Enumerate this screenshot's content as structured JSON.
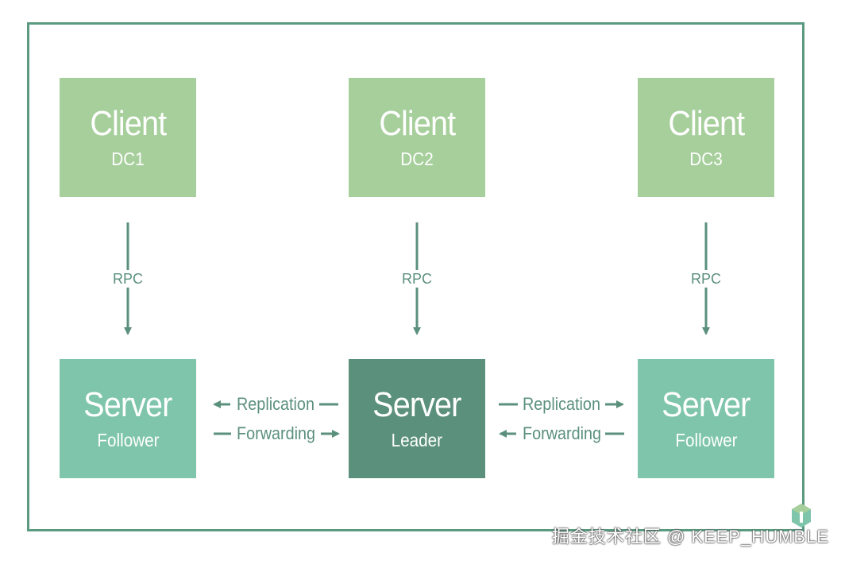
{
  "clients": [
    {
      "title": "Client",
      "subtitle": "DC1"
    },
    {
      "title": "Client",
      "subtitle": "DC2"
    },
    {
      "title": "Client",
      "subtitle": "DC3"
    }
  ],
  "servers": [
    {
      "title": "Server",
      "subtitle": "Follower"
    },
    {
      "title": "Server",
      "subtitle": "Leader"
    },
    {
      "title": "Server",
      "subtitle": "Follower"
    }
  ],
  "edges": {
    "rpc": [
      "RPC",
      "RPC",
      "RPC"
    ],
    "left": {
      "replication": "Replication",
      "forwarding": "Forwarding"
    },
    "right": {
      "replication": "Replication",
      "forwarding": "Forwarding"
    }
  },
  "watermark": "掘金技术社区 @ KEEP_HUMBLE",
  "colors": {
    "frame": "#5a9a80",
    "client": "#a6cf9b",
    "follower": "#7ec5ac",
    "leader": "#5b907d",
    "edge": "#5b907d"
  }
}
